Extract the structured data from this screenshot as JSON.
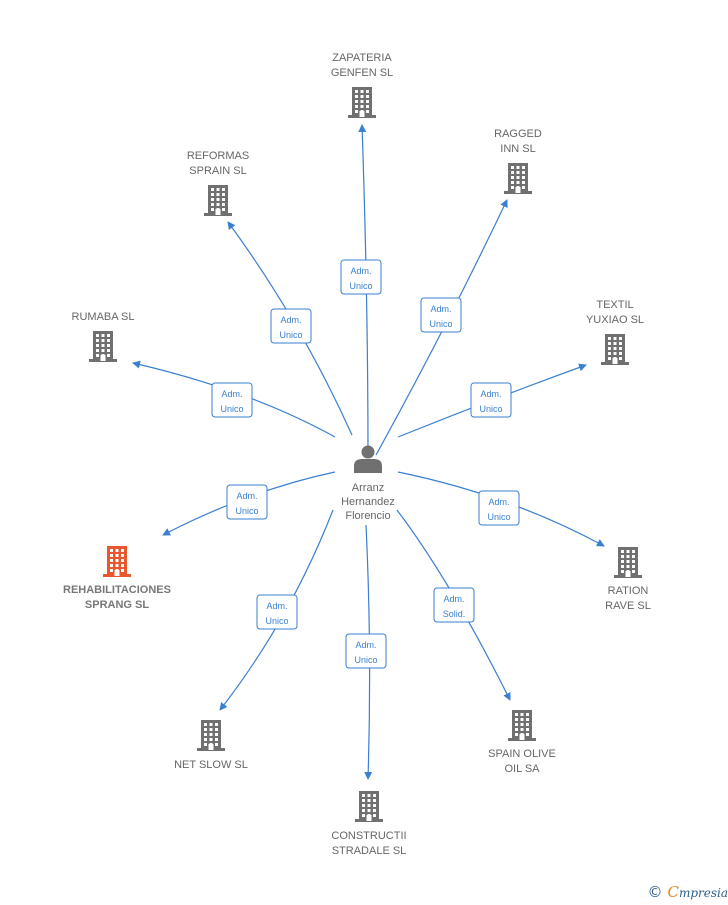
{
  "center": {
    "name_lines": [
      "Arranz",
      "Hernandez",
      "Florencio"
    ],
    "icon": "person-icon"
  },
  "companies": [
    {
      "id": "zapateria-genfen-sl",
      "lines": [
        "ZAPATERIA",
        "GENFEN SL"
      ],
      "role": [
        "Adm.",
        "Unico"
      ],
      "highlight": false
    },
    {
      "id": "ragged-inn-sl",
      "lines": [
        "RAGGED",
        "INN SL"
      ],
      "role": [
        "Adm.",
        "Unico"
      ],
      "highlight": false
    },
    {
      "id": "reformas-sprain-sl",
      "lines": [
        "REFORMAS",
        "SPRAIN SL"
      ],
      "role": [
        "Adm.",
        "Unico"
      ],
      "highlight": false
    },
    {
      "id": "textil-yuxiao-sl",
      "lines": [
        "TEXTIL",
        "YUXIAO SL"
      ],
      "role": [
        "Adm.",
        "Unico"
      ],
      "highlight": false
    },
    {
      "id": "rumaba-sl",
      "lines": [
        "RUMABA SL"
      ],
      "role": [
        "Adm.",
        "Unico"
      ],
      "highlight": false
    },
    {
      "id": "rehabilitaciones-sprang-sl",
      "lines": [
        "REHABILITACIONES",
        "SPRANG SL"
      ],
      "role": [
        "Adm.",
        "Unico"
      ],
      "highlight": true
    },
    {
      "id": "ration-rave-sl",
      "lines": [
        "RATION",
        "RAVE SL"
      ],
      "role": [
        "Adm.",
        "Unico"
      ],
      "highlight": false
    },
    {
      "id": "net-slow-sl",
      "lines": [
        "NET SLOW SL"
      ],
      "role": [
        "Adm.",
        "Unico"
      ],
      "highlight": false
    },
    {
      "id": "spain-olive-oil-sa",
      "lines": [
        "SPAIN OLIVE",
        "OIL SA"
      ],
      "role": [
        "Adm.",
        "Solid."
      ],
      "highlight": false
    },
    {
      "id": "constructii-stradale-sl",
      "lines": [
        "CONSTRUCTII",
        "STRADALE SL"
      ],
      "role": [
        "Adm.",
        "Unico"
      ],
      "highlight": false
    }
  ],
  "colors": {
    "edge": "#3a7fd0",
    "building": "#707070",
    "highlight": "#e8572e",
    "label": "#666666"
  },
  "footer": {
    "copyright": "©",
    "brand_initial": "C",
    "brand_rest": "mpresia"
  }
}
